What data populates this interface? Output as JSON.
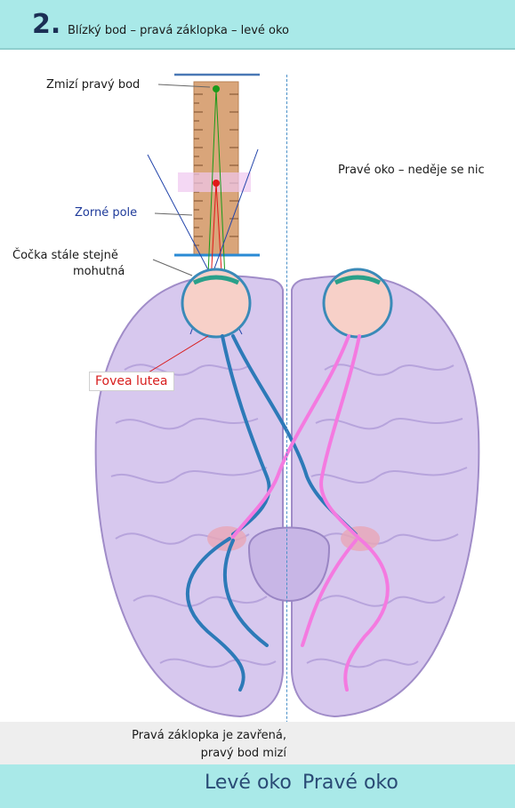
{
  "header": {
    "number": "2.",
    "title": "Blízký bod – pravá záklopka – levé oko"
  },
  "labels": {
    "right_point_disappears": "Zmizí pravý bod",
    "visual_field": "Zorné pole",
    "lens_line1": "Čočka stále stejně",
    "lens_line2": "mohutná",
    "fovea": "Fovea lutea",
    "right_eye_note": "Pravé oko – neděje se nic"
  },
  "bottom_note": {
    "line1": "Pravá záklopka je zavřená,",
    "line2": "pravý bod mizí"
  },
  "footer": {
    "left_eye": "Levé oko",
    "right_eye": "Pravé oko"
  },
  "colors": {
    "header_bg": "#a9e9e8",
    "brain": "#d7c8ee",
    "ruler": "#d9a57a",
    "left_path": "#2d7ab8",
    "right_path": "#f47ae0",
    "fovea_text": "#d81e1e",
    "visual_field_text": "#1e3a9a"
  }
}
